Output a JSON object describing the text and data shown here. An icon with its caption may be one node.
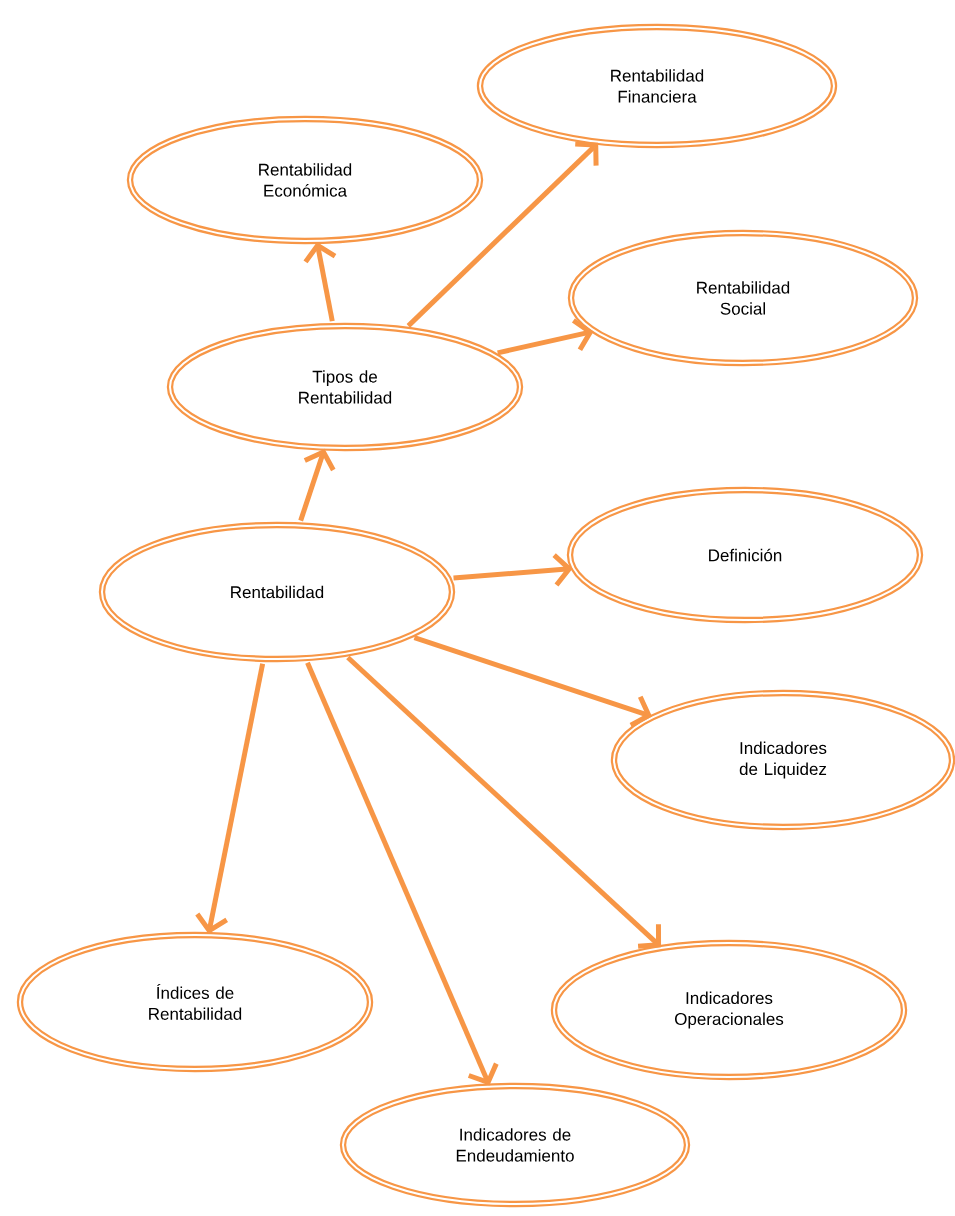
{
  "diagram": {
    "nodes": [
      {
        "text": [
          "Rentabilidad Financiera"
        ]
      },
      {
        "text": [
          "Rentabilidad Económica"
        ]
      },
      {
        "text": [
          "Rentabilidad Social"
        ]
      },
      {
        "text": [
          "Tipos de Rentabilidad"
        ]
      },
      {
        "text": [
          "Definición"
        ]
      },
      {
        "text": [
          "Rentabilidad"
        ]
      },
      {
        "text": [
          "Indicadores de Liquidez"
        ]
      },
      {
        "text": [
          "Índices de Rentabilidad"
        ]
      },
      {
        "text": [
          "Indicadores Operacionales"
        ]
      },
      {
        "text": [
          "Indicadores de Endeudamiento"
        ]
      }
    ],
    "edges": [
      {
        "from": 3,
        "to": 1,
        "arrow": "to"
      },
      {
        "from": 3,
        "to": 0,
        "arrow": "to"
      },
      {
        "from": 3,
        "to": 2,
        "arrow": "to"
      },
      {
        "from": 5,
        "to": 3,
        "arrow": "to"
      },
      {
        "from": 5,
        "to": 4,
        "arrow": "to"
      },
      {
        "from": 5,
        "to": 6,
        "arrow": "to"
      },
      {
        "from": 5,
        "to": 8,
        "arrow": "to"
      },
      {
        "from": 5,
        "to": 9,
        "arrow": "to"
      },
      {
        "from": 5,
        "to": 7,
        "arrow": "to"
      }
    ]
  }
}
